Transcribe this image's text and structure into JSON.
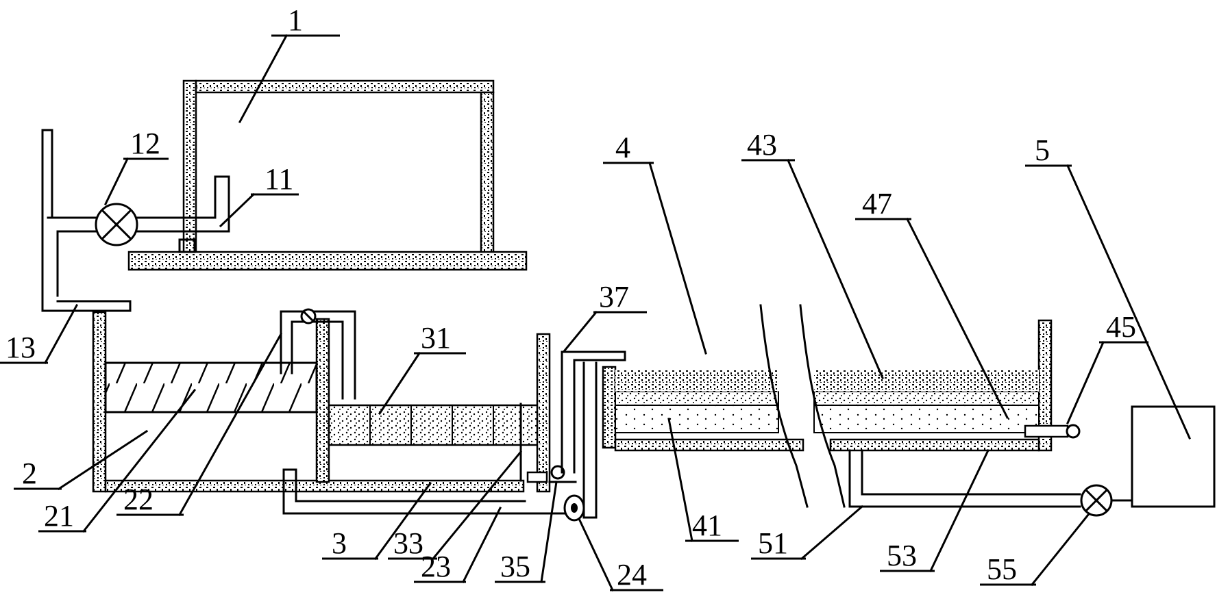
{
  "labels": {
    "l1": "1",
    "l2": "2",
    "l3": "3",
    "l4": "4",
    "l5": "5",
    "l11": "11",
    "l12": "12",
    "l13": "13",
    "l21": "21",
    "l22": "22",
    "l23": "23",
    "l24": "24",
    "l31": "31",
    "l33": "33",
    "l35": "35",
    "l37": "37",
    "l41": "41",
    "l43": "43",
    "l45": "45",
    "l47": "47",
    "l51": "51",
    "l53": "53",
    "l55": "55"
  }
}
